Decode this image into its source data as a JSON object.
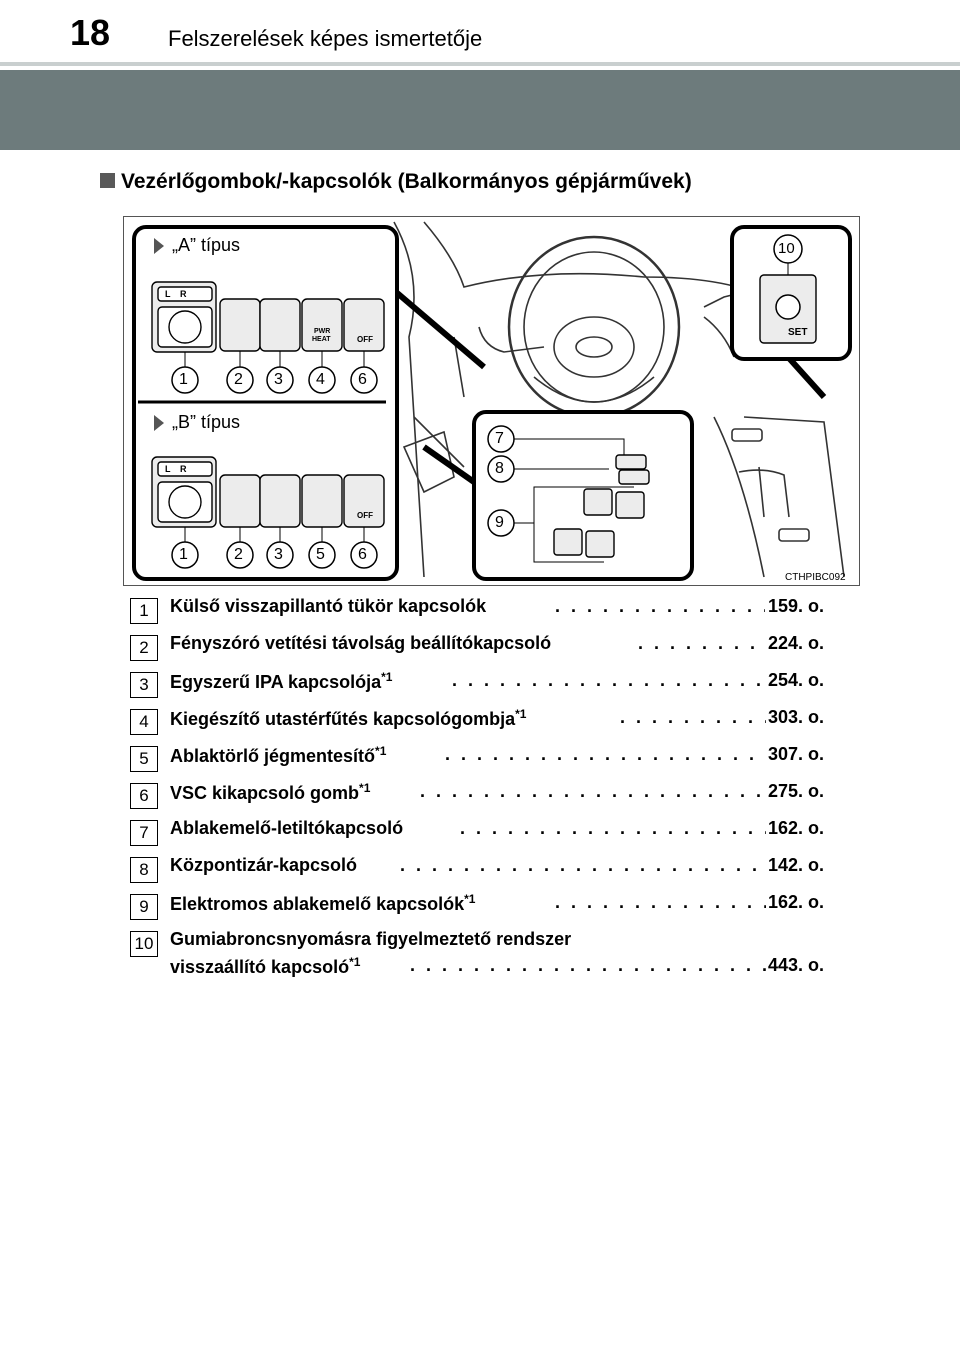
{
  "header": {
    "page_number": "18",
    "title": "Felszerelések képes ismertetője"
  },
  "section": {
    "title": "Vezérlőgombok/-kapcsolók (Balkormányos gépjárművek)"
  },
  "figure": {
    "type_a": "„A” típus",
    "type_b": "„B” típus",
    "code": "CTHPIBC092",
    "a_callouts": [
      "1",
      "2",
      "3",
      "4",
      "6"
    ],
    "b_callouts": [
      "1",
      "2",
      "3",
      "5",
      "6"
    ],
    "door_callouts": [
      "7",
      "8",
      "9"
    ],
    "console_callout": "10",
    "switch_text": {
      "l": "L",
      "r": "R",
      "pwr": "PWR",
      "heat": "HEAT",
      "off": "OFF",
      "set": "SET"
    }
  },
  "items": [
    {
      "num": "1",
      "label": "Külső visszapillantó tükör kapcsolók",
      "sup": "",
      "page": "159. o."
    },
    {
      "num": "2",
      "label": "Fényszóró vetítési távolság beállítókapcsoló",
      "sup": "",
      "page": "224. o."
    },
    {
      "num": "3",
      "label": "Egyszerű IPA kapcsolója",
      "sup": "*1",
      "page": "254. o."
    },
    {
      "num": "4",
      "label": "Kiegészítő utastérfűtés kapcsológombja",
      "sup": "*1",
      "page": "303. o."
    },
    {
      "num": "5",
      "label": "Ablaktörlő jégmentesítő",
      "sup": "*1",
      "page": "307. o."
    },
    {
      "num": "6",
      "label": "VSC kikapcsoló gomb",
      "sup": "*1",
      "page": "275. o."
    },
    {
      "num": "7",
      "label": "Ablakemelő-letiltókapcsoló",
      "sup": "",
      "page": "162. o."
    },
    {
      "num": "8",
      "label": "Központizár-kapcsoló",
      "sup": "",
      "page": "142. o."
    },
    {
      "num": "9",
      "label": "Elektromos ablakemelő kapcsolók",
      "sup": "*1",
      "page": "162. o."
    },
    {
      "num": "10",
      "label": "Gumiabroncsnyomásra figyelmeztető rendszer",
      "label2": "visszaállító kapcsoló",
      "sup": "*1",
      "page": "443. o."
    }
  ]
}
